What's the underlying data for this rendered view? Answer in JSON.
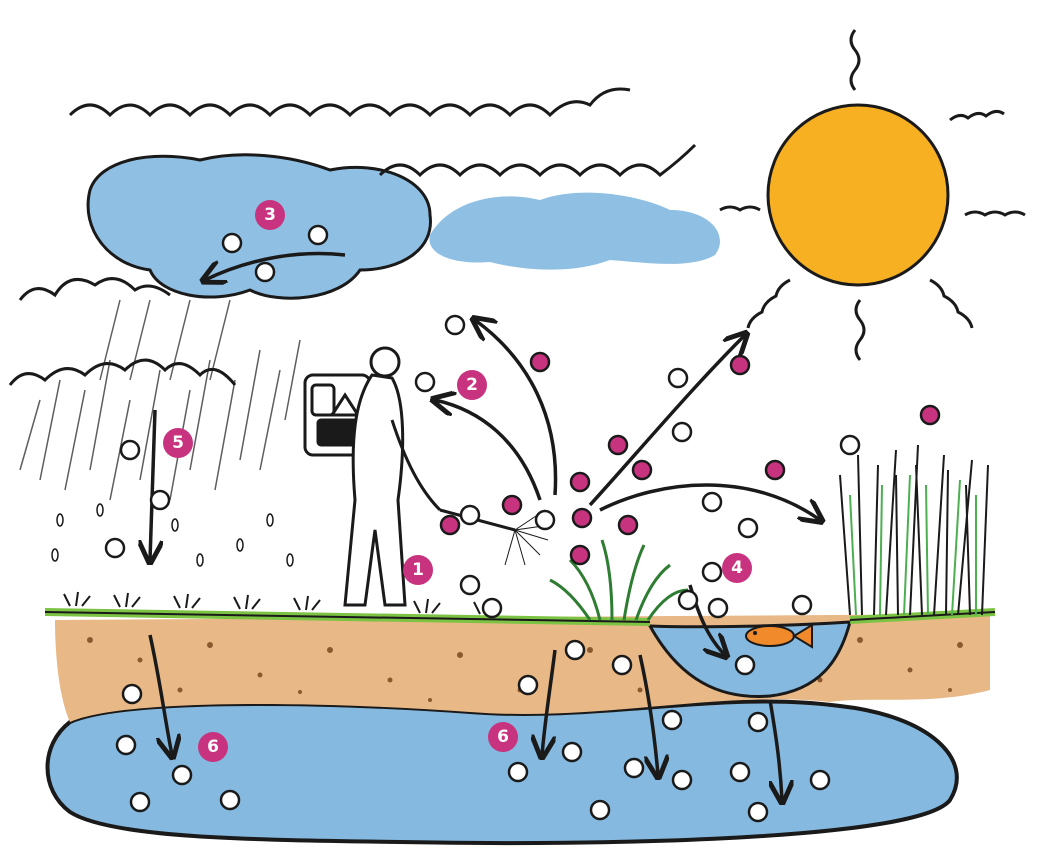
{
  "colors": {
    "sky_cloud_fill": "#8fc0e3",
    "sun": "#f6b022",
    "ground_grass": "#7cc243",
    "soil": "#e8b886",
    "soil_specks": "#8a5a2e",
    "groundwater": "#85b9df",
    "pond": "#85b9df",
    "pesticide_pink": "#c8337f",
    "pesticide_grey": "#7a7a7a",
    "fish": "#f08a2a",
    "ink": "#1a1a1a"
  },
  "icons": {
    "sprayer_person": "person-with-backpack-sprayer-icon",
    "sun": "sun-icon",
    "fish": "fish-icon",
    "molecule": "pesticide-molecule-icon"
  },
  "markers": {
    "m1": "1",
    "m2": "2",
    "m3": "3",
    "m4": "4",
    "m5": "5",
    "m6a": "6",
    "m6b": "6"
  }
}
